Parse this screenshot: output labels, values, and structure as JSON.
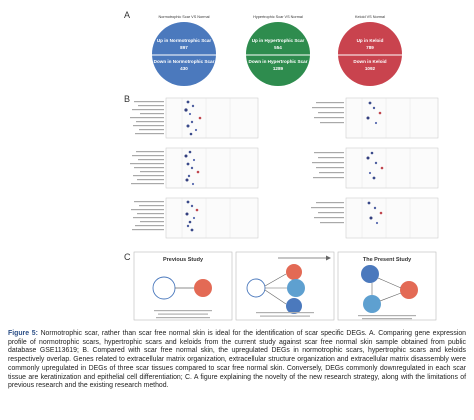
{
  "panelA": {
    "letter": "A",
    "circles": [
      {
        "header": "Normotrophic Scar VS Normal",
        "up": "Up in Normotrophic Scar",
        "upCount": "897",
        "down": "Down in Normotrophic Scar",
        "downCount": "430",
        "color": "#4b79bd"
      },
      {
        "header": "Hypertrophic Scar VS Normal",
        "up": "Up in Hypertrophic Scar",
        "upCount": "554",
        "down": "Down in Hypertrophic Scar",
        "downCount": "1289",
        "color": "#2e8c4e"
      },
      {
        "header": "Keloid VS Normal",
        "up": "Up in Keloid",
        "upCount": "789",
        "down": "Down in Keloid",
        "downCount": "1092",
        "color": "#c9434e"
      }
    ]
  },
  "panelB": {
    "letter": "B"
  },
  "panelC": {
    "letter": "C",
    "previous": "Previous Study",
    "present": "The Present Study"
  },
  "caption": {
    "label": "Figure 5:",
    "text": " Normotrophic scar, rather than scar free normal skin is ideal for the identification of scar specific DEGs. A. Comparing gene expression profile of normotrophic scars, hypertrophic scars and keloids from the current study against scar free normal skin sample obtained from public database GSE113619; B. Compared with scar free normal skin, the upregulated DEGs in normotrophic scars, hypertrophic scars and keloids respectively overlap. Genes related to extracellular matrix organization, extracellular structure organization and extracellular matrix disassembly were commonly upregulated in DEGs of three scar tissues compared to scar free normal skin.  Conversely, DEGs commonly downregulated in each scar tissue are keratinization and epithelial cell differentiation; C. A figure explaining the novelty of the new research strategy, along with the limitations of previous research and the existing research method."
  }
}
